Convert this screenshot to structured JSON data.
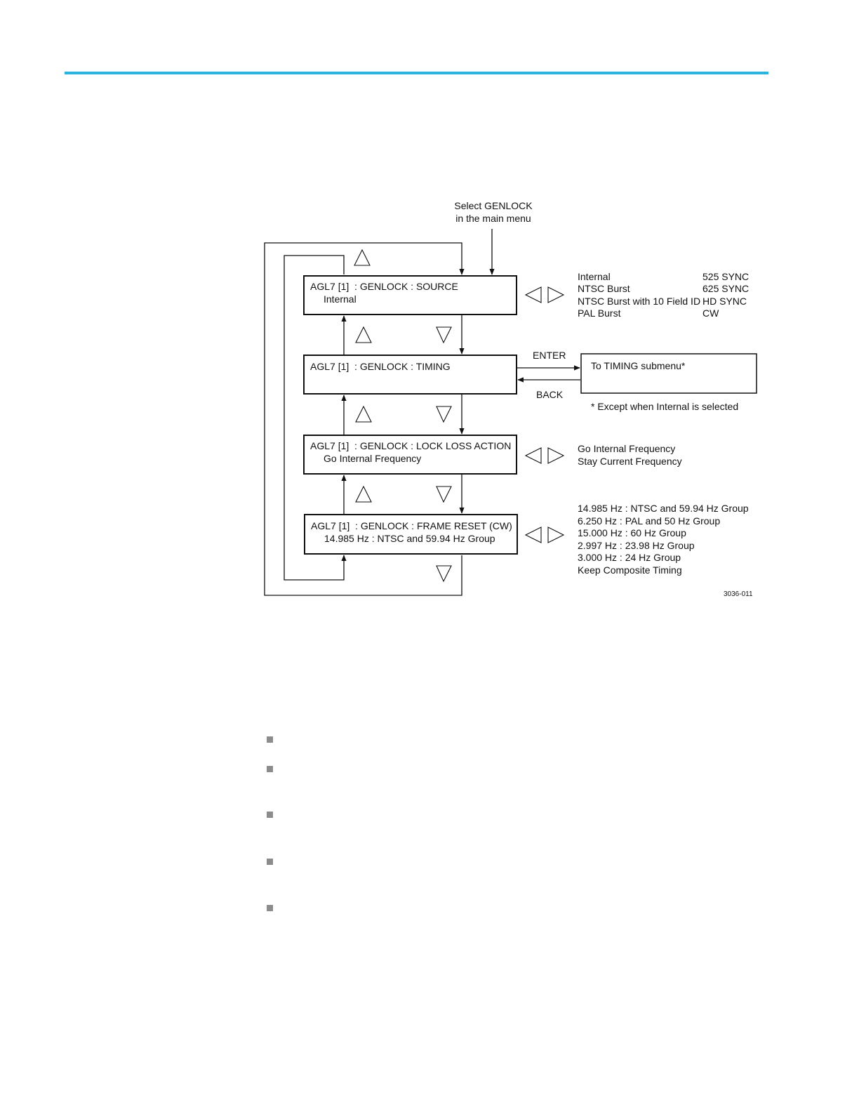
{
  "header_rule_color": "#2bb3e0",
  "diagram": {
    "entry_label_1": "Select GENLOCK",
    "entry_label_2": "in the main menu",
    "menus": [
      {
        "title": "AGL7 [1]  : GENLOCK : SOURCE",
        "value": "Internal"
      },
      {
        "title": "AGL7 [1]  : GENLOCK : TIMING",
        "value": ""
      },
      {
        "title": "AGL7 [1]  : GENLOCK : LOCK LOSS ACTION",
        "value": "Go Internal Frequency"
      },
      {
        "title": "AGL7 [1]  : GENLOCK : FRAME RESET (CW)",
        "value": "14.985 Hz : NTSC and 59.94 Hz Group"
      }
    ],
    "source_options_col1": [
      "Internal",
      "NTSC Burst",
      "NTSC Burst with 10 Field ID",
      "PAL Burst"
    ],
    "source_options_col2": [
      "525 SYNC",
      "625 SYNC",
      "HD SYNC",
      "CW"
    ],
    "enter_label": "ENTER",
    "back_label": "BACK",
    "timing_submenu_label": "To TIMING submenu*",
    "timing_footnote": "* Except when Internal is selected",
    "lock_loss_options": [
      "Go Internal Frequency",
      "Stay Current Frequency"
    ],
    "frame_reset_options": [
      "14.985 Hz : NTSC and 59.94 Hz Group",
      "6.250 Hz : PAL and 50 Hz Group",
      "15.000 Hz : 60 Hz Group",
      "2.997 Hz : 23.98 Hz Group",
      "3.000 Hz : 24 Hz Group",
      "Keep Composite Timing"
    ],
    "figure_id": "3036-011"
  },
  "bullet_icon": "square-bullet-icon",
  "bullet_count": 5
}
